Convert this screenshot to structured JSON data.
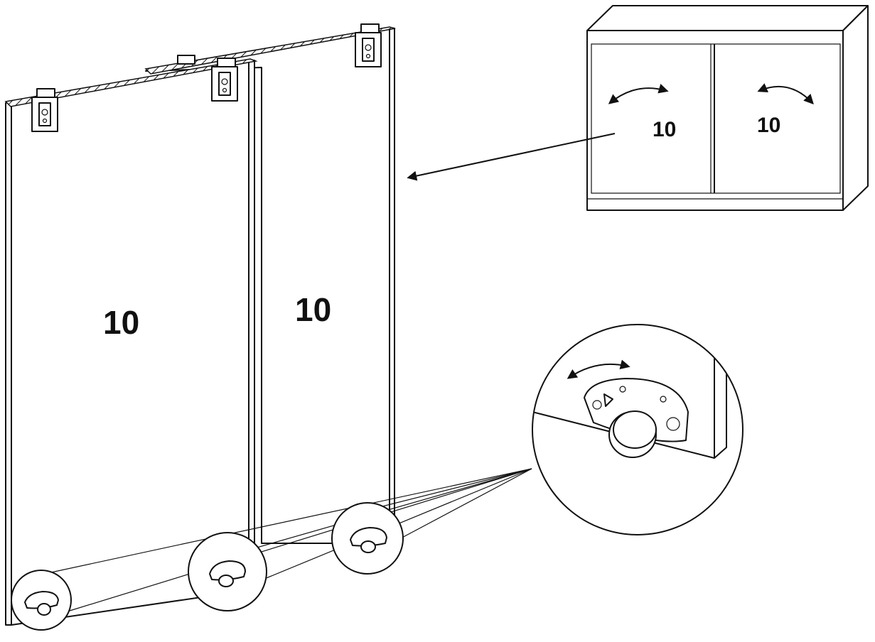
{
  "labels": {
    "left_panel_number": "10",
    "right_panel_number": "10",
    "cabinet_left_door_number": "10",
    "cabinet_right_door_number": "10"
  }
}
